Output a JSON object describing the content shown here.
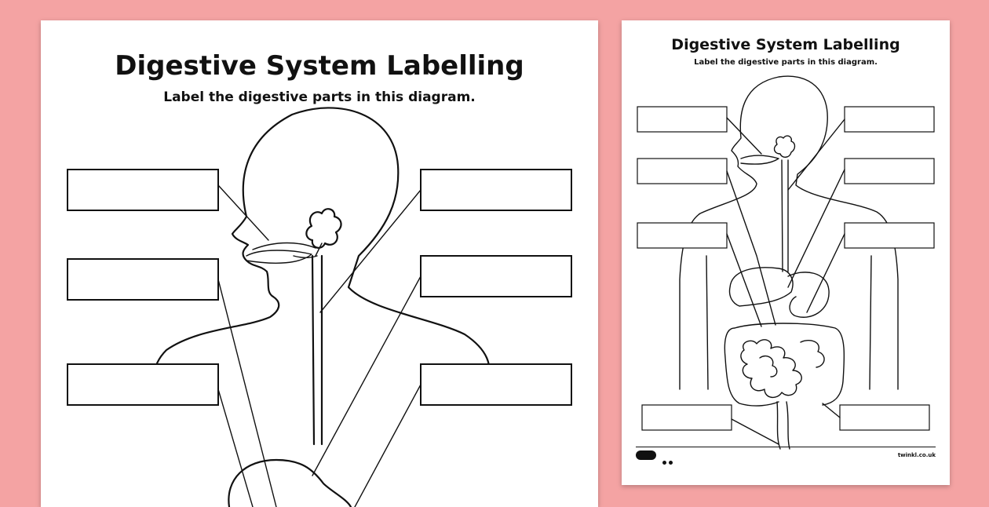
{
  "worksheet": {
    "title": "Digestive System Labelling",
    "subtitle": "Label the digestive parts in this diagram."
  },
  "preview": {
    "title": "Digestive System Labelling",
    "subtitle": "Label the digestive parts in this diagram.",
    "footer_url": "twinkl.co.uk"
  },
  "colors": {
    "background": "#f4a3a3",
    "paper": "#ffffff",
    "ink": "#111111"
  }
}
